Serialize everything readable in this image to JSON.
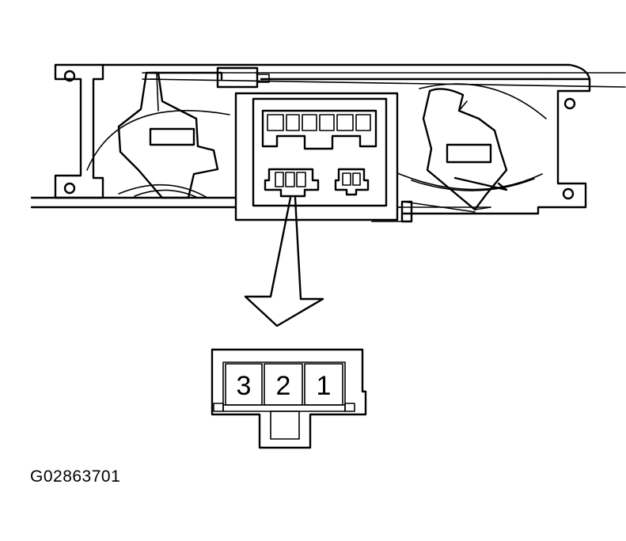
{
  "figure": {
    "id_text": "G02863701"
  },
  "connector": {
    "pins": [
      {
        "label": "3"
      },
      {
        "label": "2"
      },
      {
        "label": "1"
      }
    ]
  }
}
